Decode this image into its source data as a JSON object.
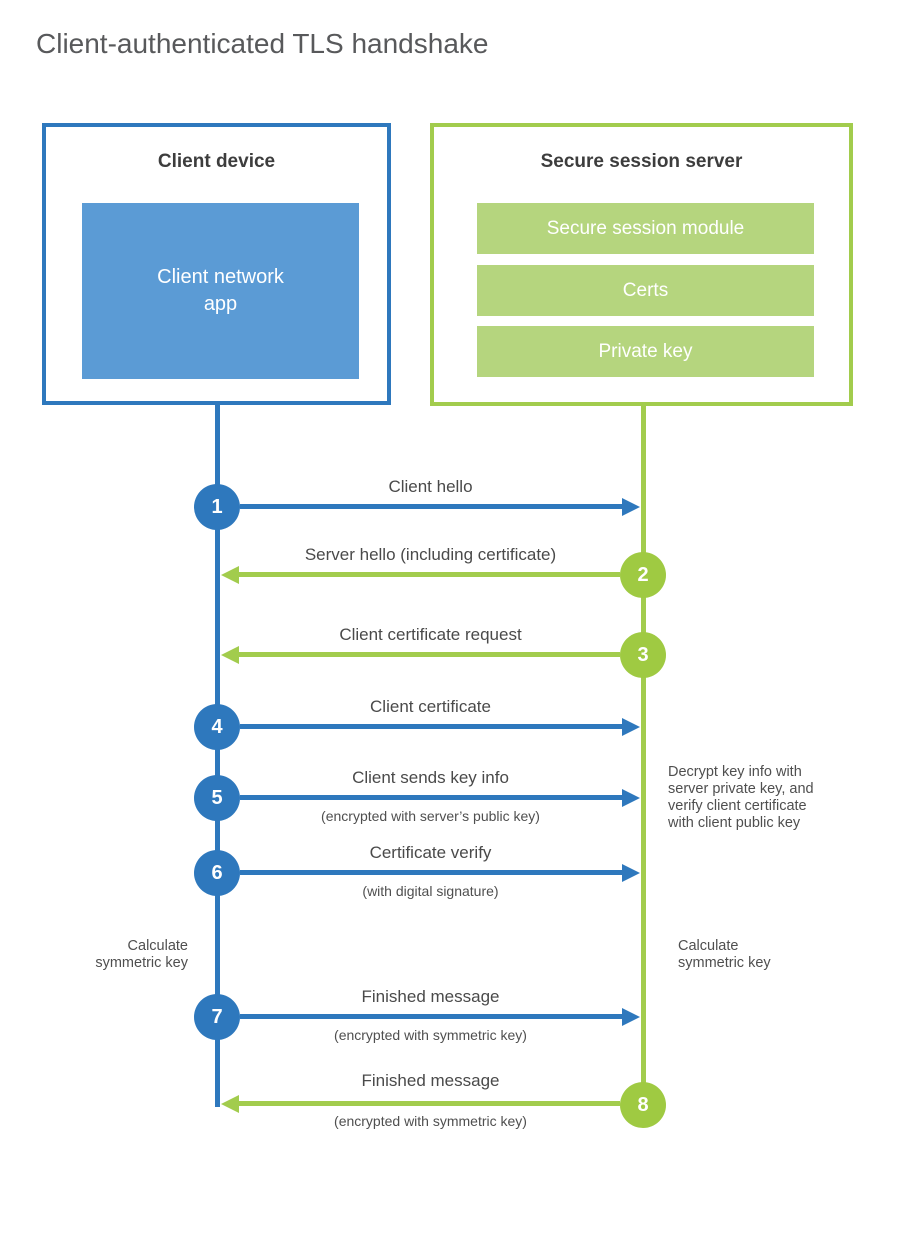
{
  "title": "Client-authenticated TLS handshake",
  "colors": {
    "blue_stroke": "#2e78bd",
    "blue_fill": "#5b9bd5",
    "green_stroke": "#a2cc4d",
    "green_circle": "#9fca42",
    "green_fill": "#b5d57e",
    "text_dark": "#3d3d3d",
    "text_label": "#4a4a4a"
  },
  "client": {
    "title": "Client device",
    "app_label": "Client network\napp"
  },
  "server": {
    "title": "Secure session server",
    "modules": [
      "Secure session module",
      "Certs",
      "Private key"
    ]
  },
  "steps": [
    {
      "num": "1",
      "label": "Client hello",
      "sub": "",
      "direction": "client-to-server",
      "color": "blue"
    },
    {
      "num": "2",
      "label": "Server hello (including certificate)",
      "sub": "",
      "direction": "server-to-client",
      "color": "green"
    },
    {
      "num": "3",
      "label": "Client certificate request",
      "sub": "",
      "direction": "server-to-client",
      "color": "green"
    },
    {
      "num": "4",
      "label": "Client certificate",
      "sub": "",
      "direction": "client-to-server",
      "color": "blue"
    },
    {
      "num": "5",
      "label": "Client sends key info",
      "sub": "(encrypted with server’s public key)",
      "direction": "client-to-server",
      "color": "blue"
    },
    {
      "num": "6",
      "label": "Certificate verify",
      "sub": "(with digital signature)",
      "direction": "client-to-server",
      "color": "blue"
    },
    {
      "num": "7",
      "label": "Finished message",
      "sub": "(encrypted with symmetric key)",
      "direction": "client-to-server",
      "color": "blue"
    },
    {
      "num": "8",
      "label": "Finished message",
      "sub": "(encrypted with symmetric key)",
      "direction": "server-to-client",
      "color": "green"
    }
  ],
  "annotations": {
    "calc_left": {
      "line1": "Calculate",
      "line2": "symmetric key"
    },
    "calc_right": {
      "line1": "Calculate",
      "line2": "symmetric key"
    },
    "decrypt": {
      "line1": "Decrypt key info with",
      "line2": "server private key, and",
      "line3": "verify client certificate",
      "line4": "with client public key"
    }
  }
}
